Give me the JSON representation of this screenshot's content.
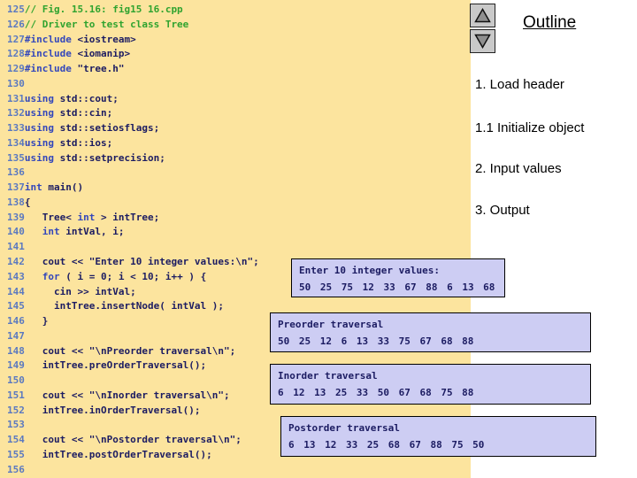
{
  "colors": {
    "bg-yellow": "#fce49e",
    "box-bg": "#cdcdf3",
    "navy": "#1c1c62",
    "kw-blue": "#3347bb",
    "ln-blue": "#5b79c0",
    "green": "#2fa32f",
    "btn-gray": "#c9c9c9",
    "tri-gray": "#8f8f8f"
  },
  "nav": {
    "up_icon": "up-arrow",
    "down_icon": "down-arrow"
  },
  "outline": {
    "title": "Outline",
    "items": [
      {
        "label": "1. Load header"
      },
      {
        "label": "1.1 Initialize object"
      },
      {
        "label": "2. Input values"
      },
      {
        "label": "3. Output"
      }
    ]
  },
  "code": {
    "lines": [
      {
        "n": "125",
        "s": [
          [
            "c",
            "// Fig. 15.16: fig15 16.cpp"
          ]
        ]
      },
      {
        "n": "126",
        "s": [
          [
            "c",
            "// Driver to test class Tree"
          ]
        ]
      },
      {
        "n": "127",
        "s": [
          [
            "k",
            "#include "
          ],
          [
            "t",
            "<iostream>"
          ]
        ]
      },
      {
        "n": "128",
        "s": [
          [
            "k",
            "#include "
          ],
          [
            "t",
            "<iomanip>"
          ]
        ]
      },
      {
        "n": "129",
        "s": [
          [
            "k",
            "#include "
          ],
          [
            "t",
            "\"tree.h\""
          ]
        ]
      },
      {
        "n": "130",
        "s": []
      },
      {
        "n": "131",
        "s": [
          [
            "k",
            "using "
          ],
          [
            "t",
            "std::cout;"
          ]
        ]
      },
      {
        "n": "132",
        "s": [
          [
            "k",
            "using "
          ],
          [
            "t",
            "std::cin;"
          ]
        ]
      },
      {
        "n": "133",
        "s": [
          [
            "k",
            "using "
          ],
          [
            "t",
            "std::setiosflags;"
          ]
        ]
      },
      {
        "n": "134",
        "s": [
          [
            "k",
            "using "
          ],
          [
            "t",
            "std::ios;"
          ]
        ]
      },
      {
        "n": "135",
        "s": [
          [
            "k",
            "using "
          ],
          [
            "t",
            "std::setprecision;"
          ]
        ]
      },
      {
        "n": "136",
        "s": []
      },
      {
        "n": "137",
        "s": [
          [
            "k",
            "int "
          ],
          [
            "t",
            "main()"
          ]
        ]
      },
      {
        "n": "138",
        "s": [
          [
            "t",
            "{"
          ]
        ]
      },
      {
        "n": "139",
        "s": [
          [
            "t",
            "   Tree< "
          ],
          [
            "k",
            "int"
          ],
          [
            "t",
            " > intTree;"
          ]
        ]
      },
      {
        "n": "140",
        "s": [
          [
            "t",
            "   "
          ],
          [
            "k",
            "int"
          ],
          [
            "t",
            " intVal, i;"
          ]
        ]
      },
      {
        "n": "141",
        "s": []
      },
      {
        "n": "142",
        "s": [
          [
            "t",
            "   cout << \"Enter 10 integer values:\\n\";"
          ]
        ]
      },
      {
        "n": "143",
        "s": [
          [
            "t",
            "   "
          ],
          [
            "k",
            "for"
          ],
          [
            "t",
            " ( i = 0; i < 10; i++ ) {"
          ]
        ]
      },
      {
        "n": "144",
        "s": [
          [
            "t",
            "     cin >> intVal;"
          ]
        ]
      },
      {
        "n": "145",
        "s": [
          [
            "t",
            "     intTree.insertNode( intVal );"
          ]
        ]
      },
      {
        "n": "146",
        "s": [
          [
            "t",
            "   }"
          ]
        ]
      },
      {
        "n": "147",
        "s": []
      },
      {
        "n": "148",
        "s": [
          [
            "t",
            "   cout << \"\\nPreorder traversal\\n\";"
          ]
        ]
      },
      {
        "n": "149",
        "s": [
          [
            "t",
            "   intTree.preOrderTraversal();"
          ]
        ]
      },
      {
        "n": "150",
        "s": []
      },
      {
        "n": "151",
        "s": [
          [
            "t",
            "   cout << \"\\nInorder traversal\\n\";"
          ]
        ]
      },
      {
        "n": "152",
        "s": [
          [
            "t",
            "   intTree.inOrderTraversal();"
          ]
        ]
      },
      {
        "n": "153",
        "s": []
      },
      {
        "n": "154",
        "s": [
          [
            "t",
            "   cout << \"\\nPostorder traversal\\n\";"
          ]
        ]
      },
      {
        "n": "155",
        "s": [
          [
            "t",
            "   intTree.postOrderTraversal();"
          ]
        ]
      },
      {
        "n": "156",
        "s": []
      }
    ]
  },
  "output_boxes": {
    "input": {
      "title": "Enter 10 integer values:",
      "values": "50 25 75 12 33 67 88 6 13 68"
    },
    "preorder": {
      "title": "Preorder traversal",
      "values": "50 25 12 6 13 33 75 67 68 88"
    },
    "inorder": {
      "title": "Inorder traversal",
      "values": "6 12 13 25 33 50 67 68 75 88"
    },
    "postorder": {
      "title": "Postorder traversal",
      "values": "6 13 12 33 25 68 67 88 75 50"
    }
  }
}
